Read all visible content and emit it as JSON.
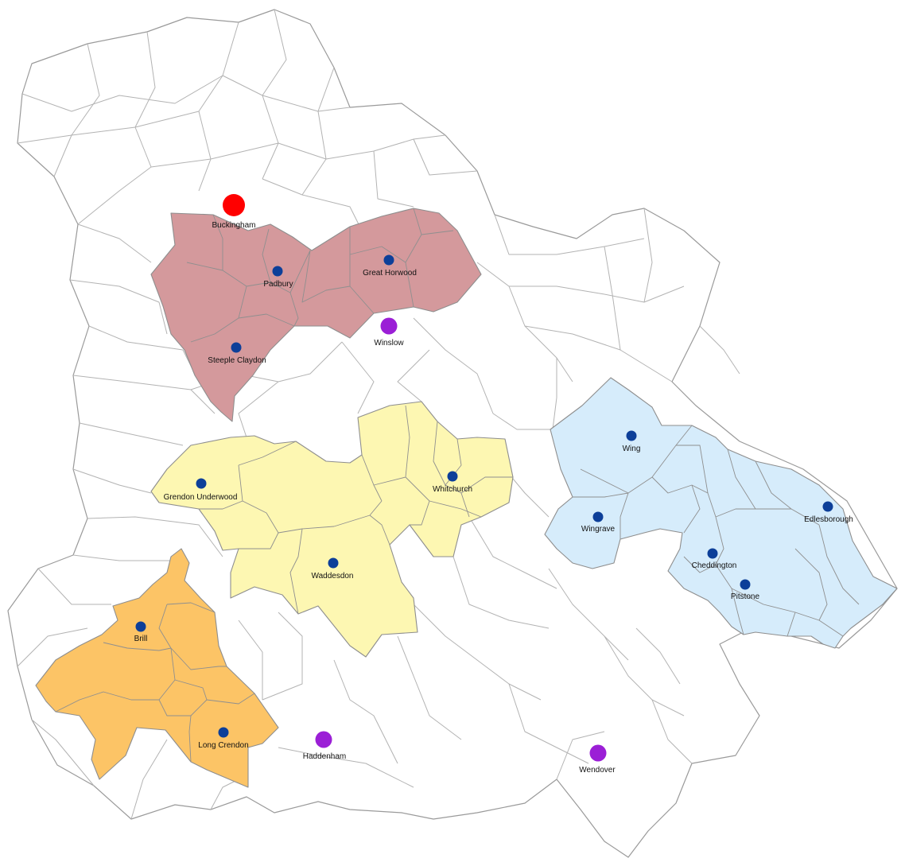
{
  "colors": {
    "background": "#ffffff",
    "boundary": "#a6a6a6",
    "north_cluster": "#d4999c",
    "central_cluster": "#fdf7b2",
    "south_west_cluster": "#fcc466",
    "east_cluster": "#d6ecfb",
    "main_town": "#ff0000",
    "market_town": "#9b1fd6",
    "village": "#0d3f99"
  },
  "places": [
    {
      "id": "buckingham",
      "name": "Buckingham",
      "kind": "main_town"
    },
    {
      "id": "padbury",
      "name": "Padbury",
      "kind": "village"
    },
    {
      "id": "great-horwood",
      "name": "Great Horwood",
      "kind": "village"
    },
    {
      "id": "winslow",
      "name": "Winslow",
      "kind": "market_town"
    },
    {
      "id": "steeple-claydon",
      "name": "Steeple Claydon",
      "kind": "village"
    },
    {
      "id": "grendon-underwood",
      "name": "Grendon Underwood",
      "kind": "village"
    },
    {
      "id": "whitchurch",
      "name": "Whitchurch",
      "kind": "village"
    },
    {
      "id": "waddesdon",
      "name": "Waddesdon",
      "kind": "village"
    },
    {
      "id": "wing",
      "name": "Wing",
      "kind": "village"
    },
    {
      "id": "wingrave",
      "name": "Wingrave",
      "kind": "village"
    },
    {
      "id": "edlesborough",
      "name": "Edlesborough",
      "kind": "village"
    },
    {
      "id": "cheddington",
      "name": "Cheddington",
      "kind": "village"
    },
    {
      "id": "pitstone",
      "name": "Pitstone",
      "kind": "village"
    },
    {
      "id": "brill",
      "name": "Brill",
      "kind": "village"
    },
    {
      "id": "long-crendon",
      "name": "Long Crendon",
      "kind": "village"
    },
    {
      "id": "haddenham",
      "name": "Haddenham",
      "kind": "market_town"
    },
    {
      "id": "wendover",
      "name": "Wendover",
      "kind": "market_town"
    }
  ]
}
